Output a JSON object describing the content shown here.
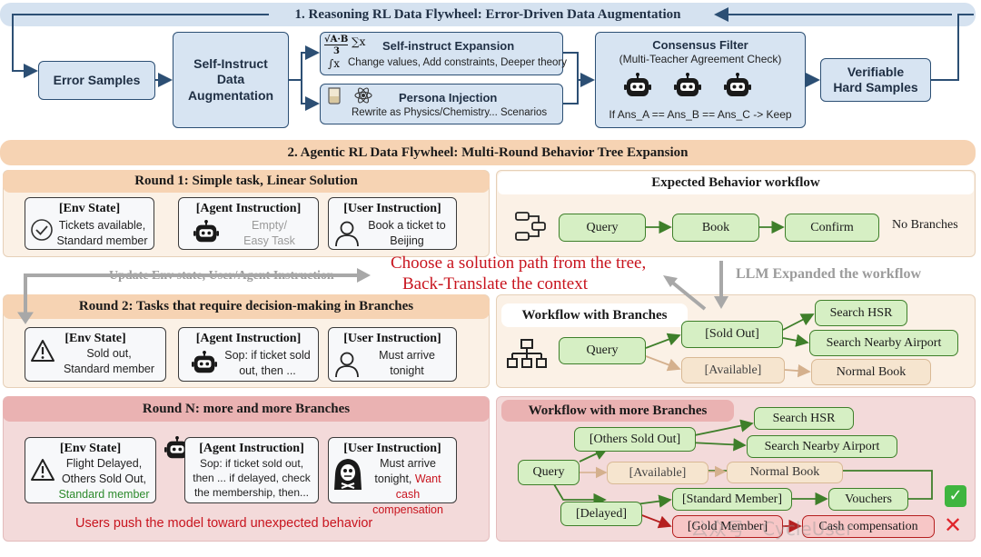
{
  "section1": {
    "title": "1. Reasoning RL Data Flywheel: Error-Driven Data Augmentation",
    "error_samples": "Error Samples",
    "self_instruct_aug": [
      "Self-Instruct",
      "Data",
      "Augmentation"
    ],
    "expansion": {
      "title": "Self-instruct Expansion",
      "desc": "Change values, Add constraints, Deeper theory",
      "math_sqrt": "√A·B",
      "math_den": "3",
      "math_int": "∫x",
      "math_sum": "∑x"
    },
    "persona": {
      "title": "Persona Injection",
      "desc": "Rewrite as Physics/Chemistry... Scenarios"
    },
    "consensus": {
      "title": "Consensus Filter",
      "subtitle": "(Multi-Teacher Agreement Check)",
      "rule": "If Ans_A == Ans_B == Ans_C -> Keep"
    },
    "verifiable": [
      "Verifiable",
      "Hard Samples"
    ]
  },
  "section2": {
    "title": "2. Agentic RL Data Flywheel: Multi-Round Behavior Tree Expansion"
  },
  "round1": {
    "title": "Round 1: Simple task, Linear Solution",
    "env": {
      "title": "[Env State]",
      "lines": [
        "Tickets available,",
        "Standard member"
      ]
    },
    "agent": {
      "title": "[Agent Instruction]",
      "lines": [
        "Empty/",
        "Easy Task"
      ]
    },
    "user": {
      "title": "[User Instruction]",
      "lines": [
        "Book a ticket to",
        "Beijing"
      ]
    }
  },
  "expected": {
    "title": "Expected Behavior workflow",
    "nodes": [
      "Query",
      "Book",
      "Confirm"
    ],
    "note": "No Branches"
  },
  "middle": {
    "update_label": "Update Env state, User/Agent Instruction",
    "choose": [
      "Choose a solution path from the tree,",
      "Back-Translate the context"
    ],
    "llm_label": "LLM Expanded the workflow"
  },
  "round2": {
    "title": "Round 2: Tasks that require decision-making in Branches",
    "env": {
      "title": "[Env State]",
      "lines": [
        "Sold out,",
        "Standard member"
      ]
    },
    "agent": {
      "title": "[Agent Instruction]",
      "lines": [
        "Sop: if ticket sold",
        "out, then ..."
      ]
    },
    "user": {
      "title": "[User Instruction]",
      "lines": [
        "Must arrive",
        "tonight"
      ]
    }
  },
  "workflow_branches": {
    "title": "Workflow with Branches",
    "query": "Query",
    "sold_out": "[Sold Out]",
    "available": "[Available]",
    "search_hsr": "Search HSR",
    "search_airport": "Search Nearby Airport",
    "normal_book": "Normal Book"
  },
  "roundN": {
    "title": "Round N: more and more Branches",
    "env": {
      "title": "[Env State]",
      "lines": [
        "Flight Delayed,",
        "Others Sold Out,"
      ],
      "highlight": "Standard member"
    },
    "agent": {
      "title": "[Agent Instruction]",
      "lines": [
        "Sop: if ticket sold out,",
        "then ... if delayed, check",
        "the membership, then..."
      ]
    },
    "user": {
      "title": "[User Instruction]",
      "lines": [
        "Must arrive"
      ],
      "line2a": "tonight, ",
      "line2b": "Want cash",
      "line3": "compensation"
    },
    "warning": "Users push the model toward unexpected behavior"
  },
  "workflow_more": {
    "title": "Workflow with more Branches",
    "query": "Query",
    "others_sold_out": "[Others Sold Out]",
    "available": "[Available]",
    "delayed": "[Delayed]",
    "search_hsr": "Search HSR",
    "search_airport": "Search Nearby Airport",
    "normal_book": "Normal Book",
    "standard_member": "[Standard Member]",
    "vouchers": "Vouchers",
    "gold_member": "[Gold Member]",
    "cash": "Cash compensation",
    "check": "✓",
    "cross": "✕"
  },
  "watermark": "公众号 · CycleUser",
  "colors": {
    "blue_fill": "#d7e4f2",
    "blue_border": "#2c4f74",
    "orange_title": "#f6d3b3",
    "pink_panel": "#f3dada",
    "pink_title": "#eab2b2",
    "green_node": "#d6efc4",
    "red_text": "#c8141e",
    "check_green": "#3fb53f"
  }
}
